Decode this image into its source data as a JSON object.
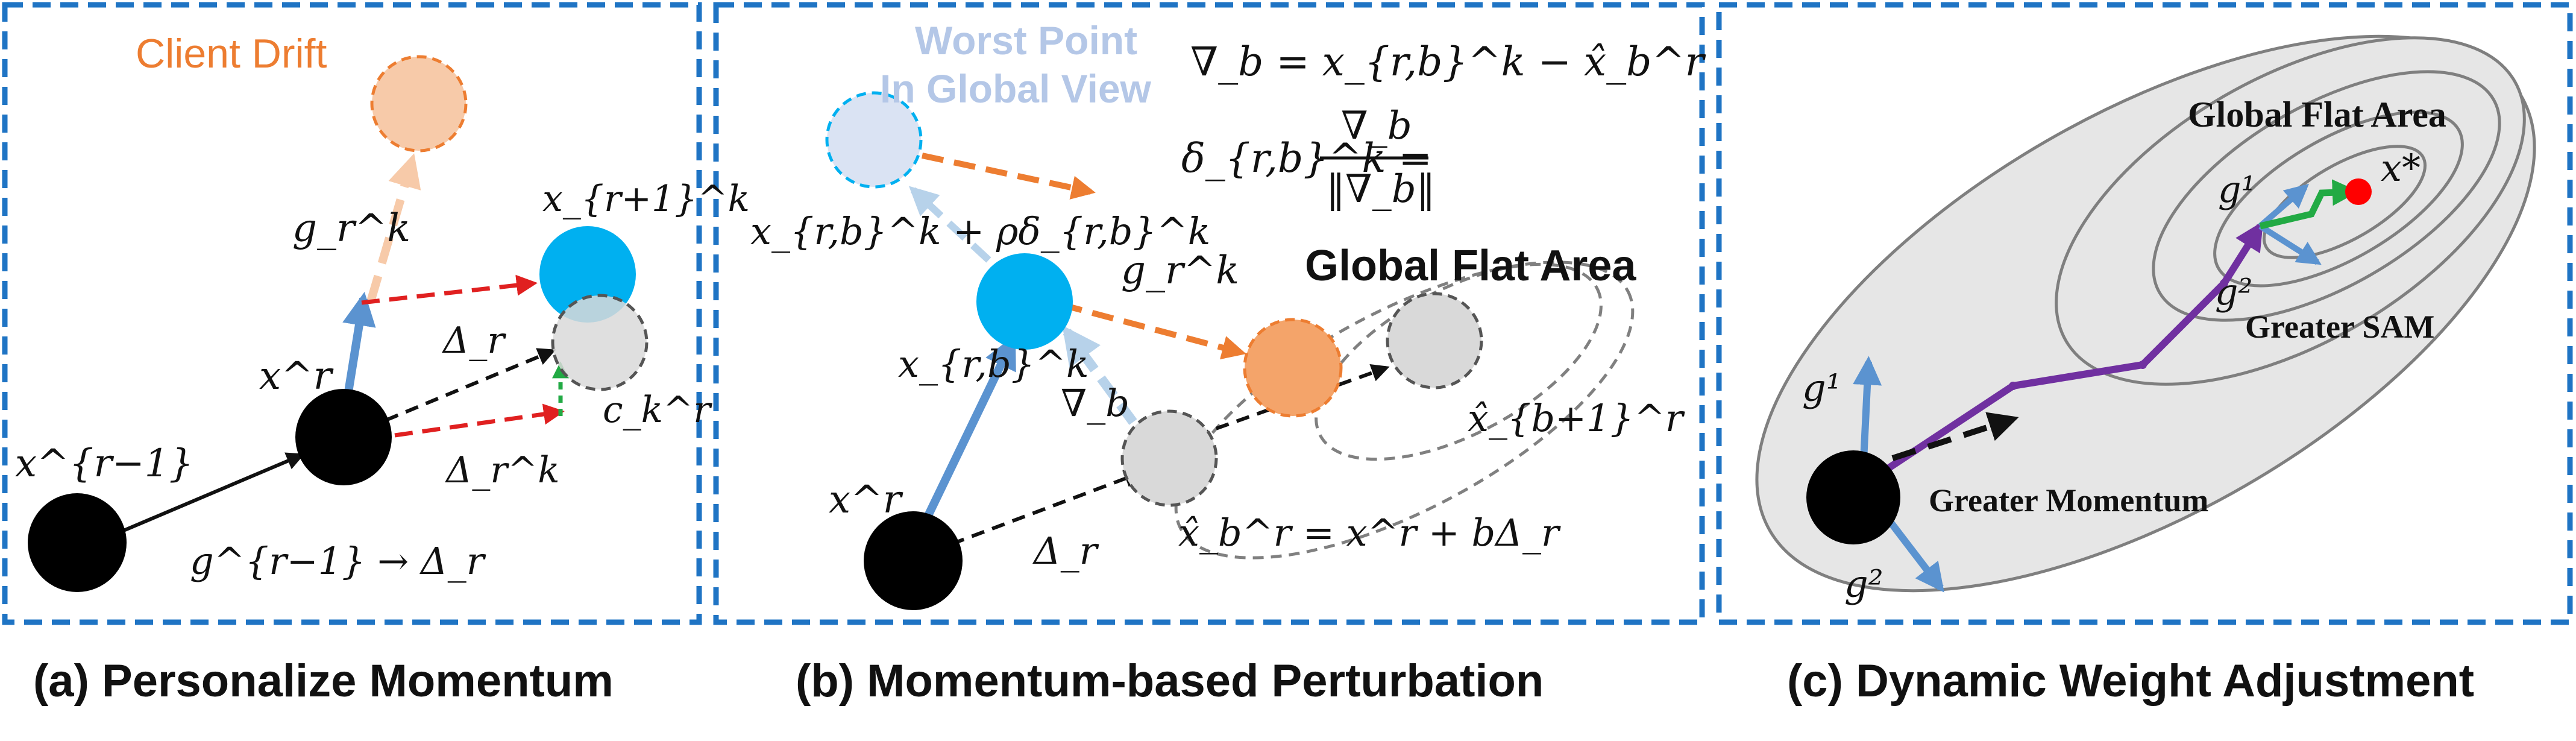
{
  "panel_a": {
    "caption": "(a) Personalize Momentum",
    "client_drift_label": "Client Drift",
    "x_r_minus_1": "x^{r−1}",
    "x_r": "x^r",
    "g_r_k": "g_r^k",
    "x_r_plus_1_k": "x_{r+1}^k",
    "delta_r": "Δ_r",
    "c_k_r": "c_k^r",
    "delta_r_k": "Δ_r^k",
    "g_r_minus_1_to_delta": "g^{r−1} → Δ_r"
  },
  "panel_b": {
    "caption": "(b) Momentum-based Perturbation",
    "worst_point_line1": "Worst Point",
    "worst_point_line2": "In Global View",
    "nabla_b_eq": "∇_b = x_{r,b}^k − x̂_b^r",
    "delta_rb_lhs": "δ_{r,b}^k =",
    "delta_rb_num": "∇_b",
    "delta_rb_den": "‖∇_b‖",
    "perturbed_point": "x_{r,b}^k + ρδ_{r,b}^k",
    "g_r_k": "g_r^k",
    "global_flat_area": "Global Flat Area",
    "x_rb_k": "x_{r,b}^k",
    "nabla_b": "∇_b",
    "x_r": "x^r",
    "delta_r": "Δ_r",
    "x_hat_b_eq": "x̂_b^r = x^r + bΔ_r",
    "x_hat_b_plus_1": "x̂_{b+1}^r"
  },
  "panel_c": {
    "caption": "(c) Dynamic Weight Adjustment",
    "global_flat_area": "Global Flat Area",
    "x_star": "x*",
    "greater_sam": "Greater SAM",
    "greater_momentum": "Greater Momentum",
    "g1_inner": "g¹",
    "g2_inner": "g²",
    "g1_outer": "g¹",
    "g2_outer": "g²"
  },
  "colors": {
    "frame_blue": "#1f74c4",
    "steel_blue": "#5b93d0",
    "light_blue": "#b7d2ea",
    "cyan": "#00b0f0",
    "orange": "#ed7d31",
    "light_orange": "#f7caa9",
    "red": "#e02020",
    "green": "#22aa44",
    "purple": "#7030a0",
    "gray_fill": "#d9d9d9",
    "contour_fill": "#e6e6e6"
  }
}
